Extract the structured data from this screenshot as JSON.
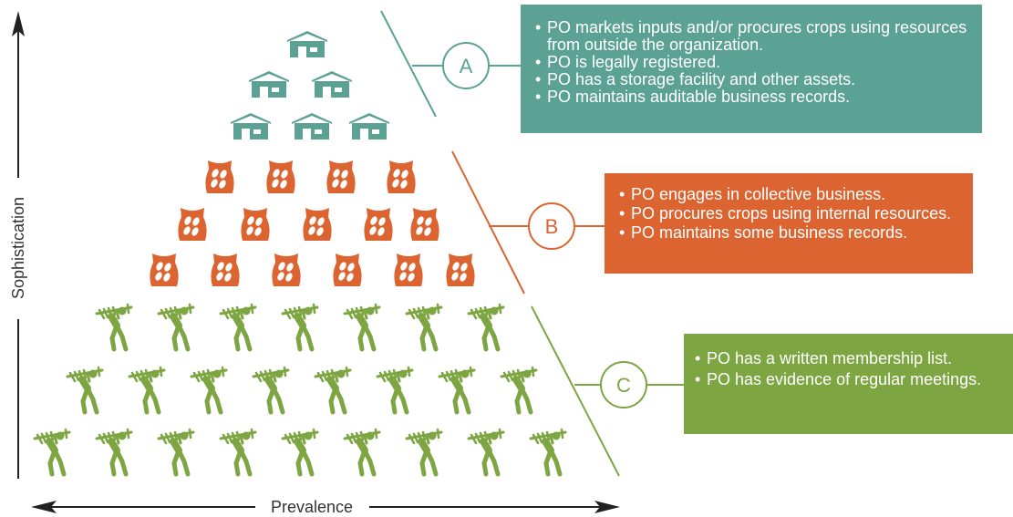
{
  "axes": {
    "y_label": "Sophistication",
    "x_label": "Prevalence"
  },
  "tiers": {
    "a": {
      "letter": "A",
      "color": "#5ba294",
      "icon": "warehouse-icon",
      "bullets": [
        "PO markets inputs and/or procures crops using resources from outside the organization.",
        "PO is legally registered.",
        "PO has a storage facility and other assets.",
        "PO maintains auditable business records."
      ]
    },
    "b": {
      "letter": "B",
      "color": "#db6431",
      "icon": "grain-sack-icon",
      "bullets": [
        "PO engages in collective business.",
        "PO procures crops using internal resources.",
        "PO maintains some business records."
      ]
    },
    "c": {
      "letter": "C",
      "color": "#7da542",
      "icon": "farmer-carrying-crop-icon",
      "bullets": [
        "PO has a written membership list.",
        "PO has evidence of regular meetings."
      ]
    }
  }
}
